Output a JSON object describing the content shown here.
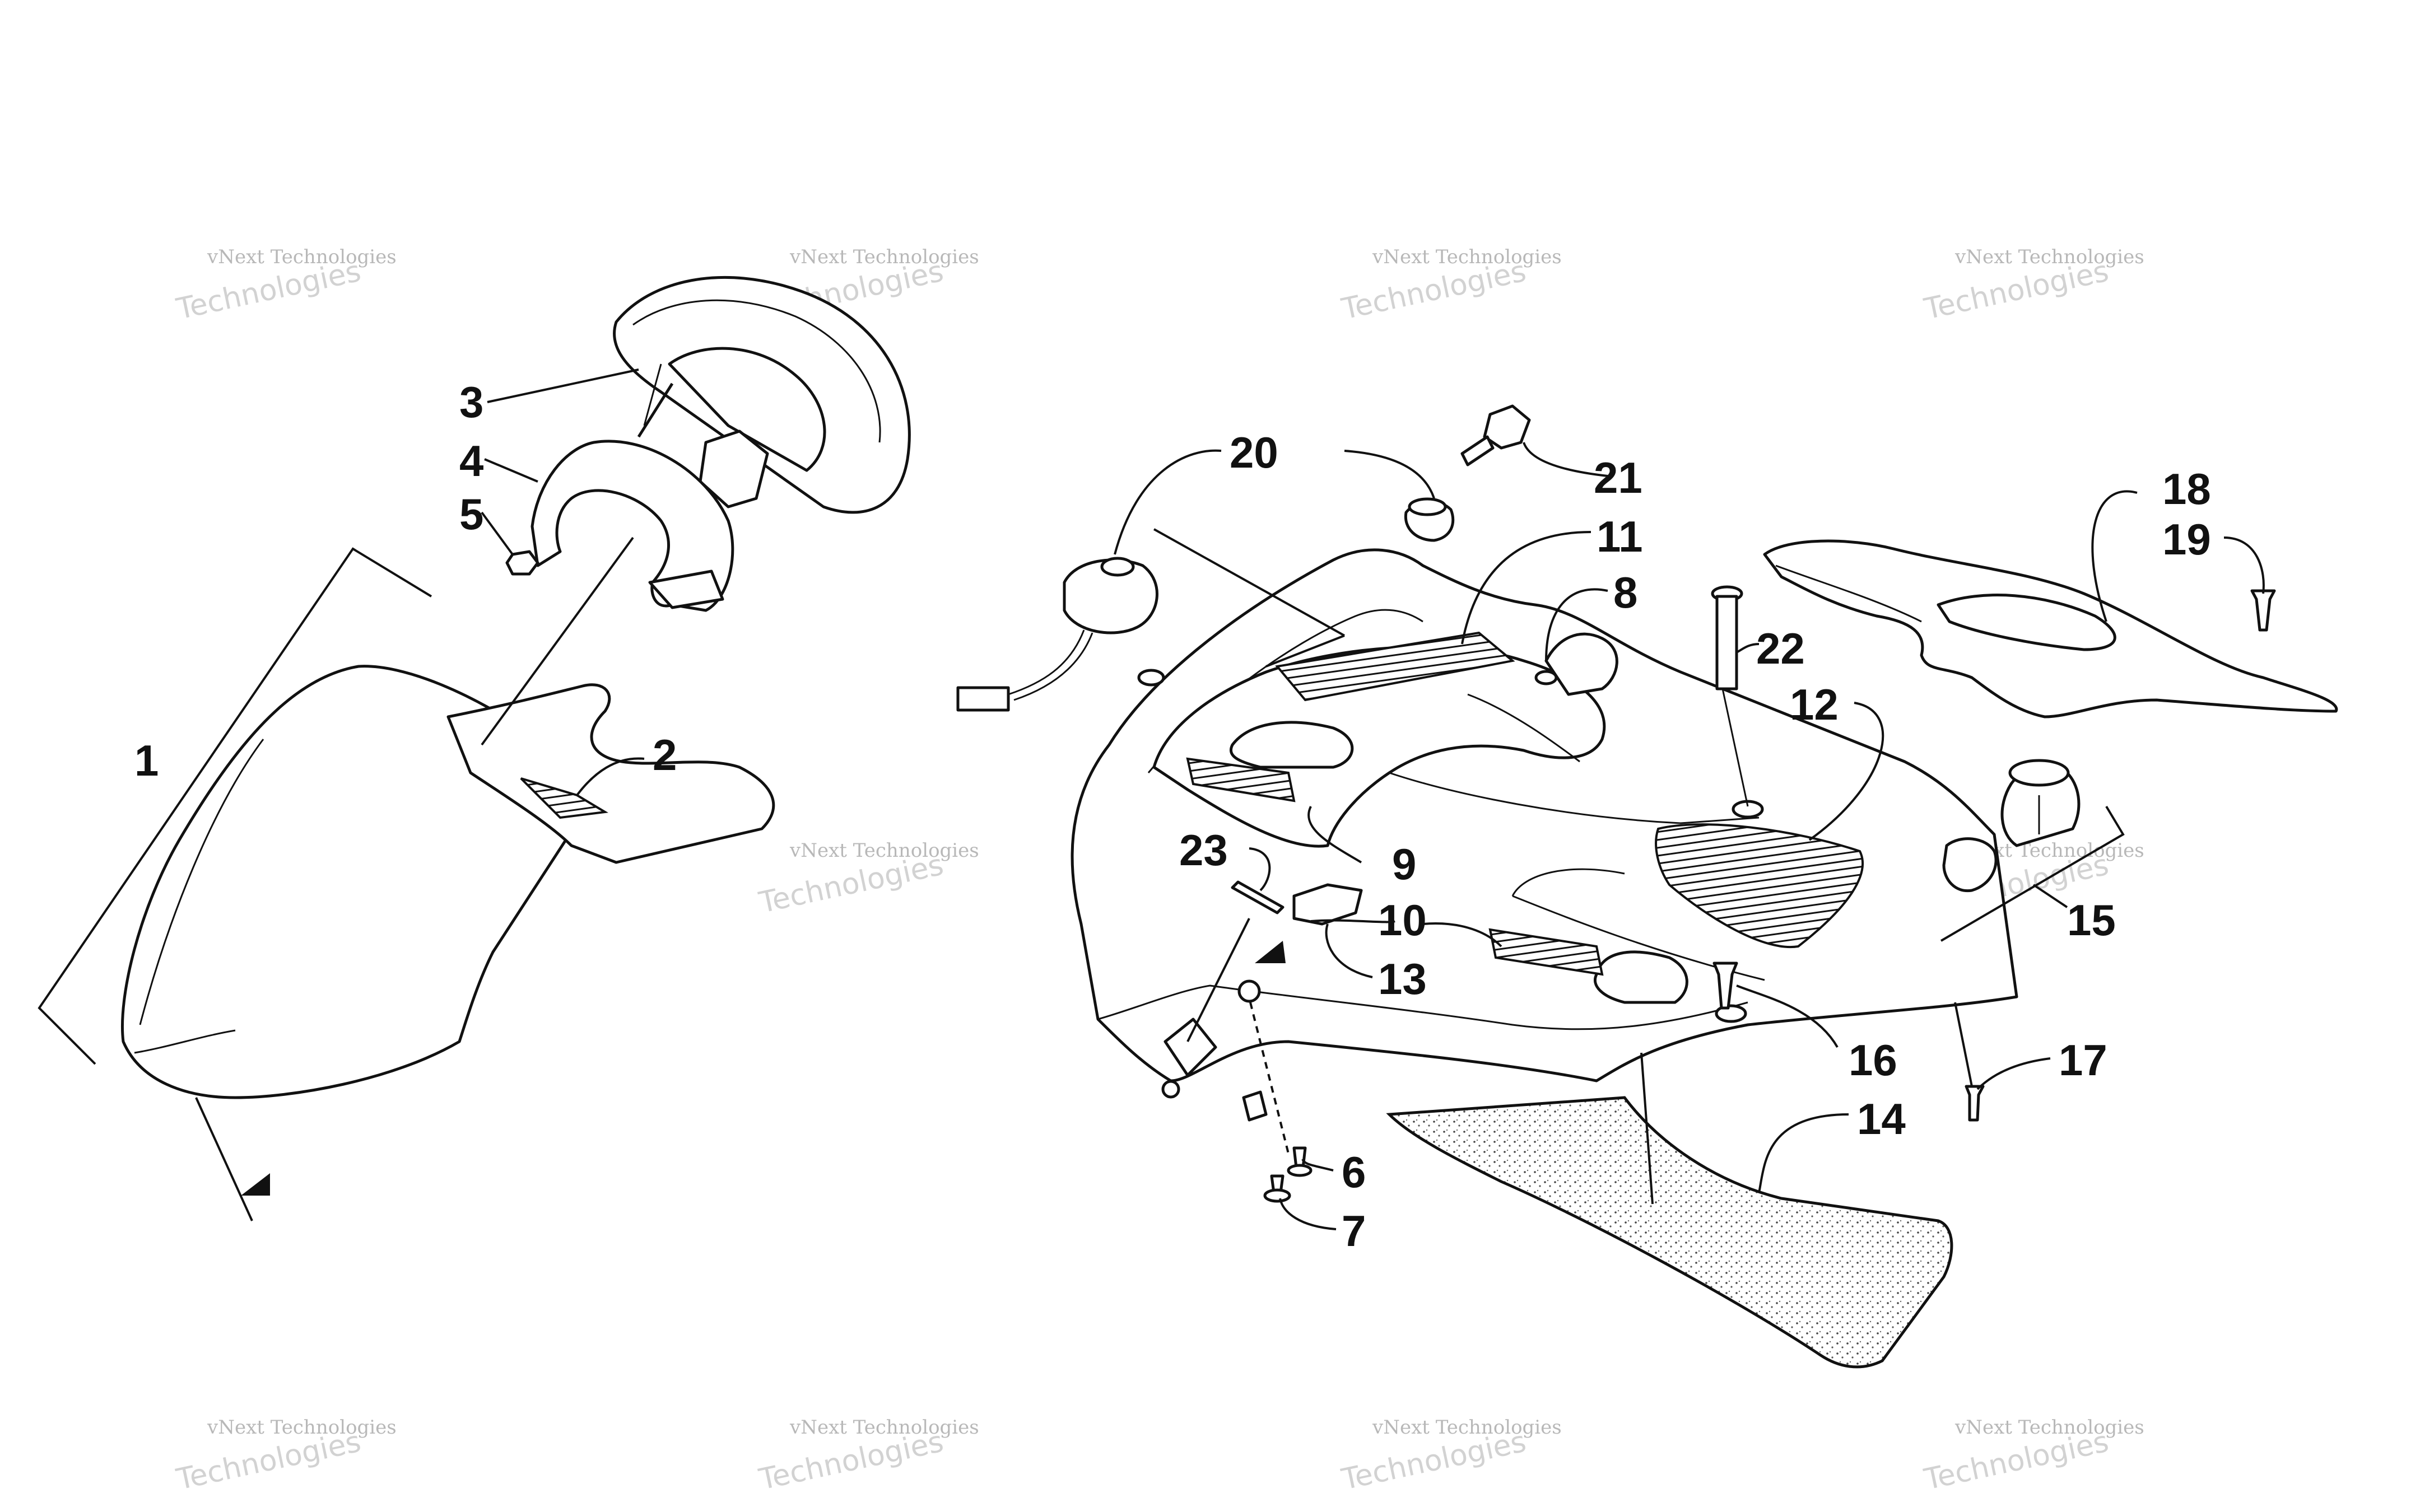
{
  "watermark": {
    "line1": "vNext Technologies",
    "line2": "Technologies",
    "small_overlay": "vNext"
  },
  "callouts": [
    "1",
    "2",
    "3",
    "4",
    "5",
    "6",
    "7",
    "8",
    "9",
    "10",
    "11",
    "12",
    "13",
    "14",
    "15",
    "16",
    "17",
    "18",
    "19",
    "20",
    "21",
    "22",
    "23"
  ],
  "colors": {
    "ink": "#111111",
    "background": "#ffffff",
    "watermark": "#bdbdbd"
  }
}
